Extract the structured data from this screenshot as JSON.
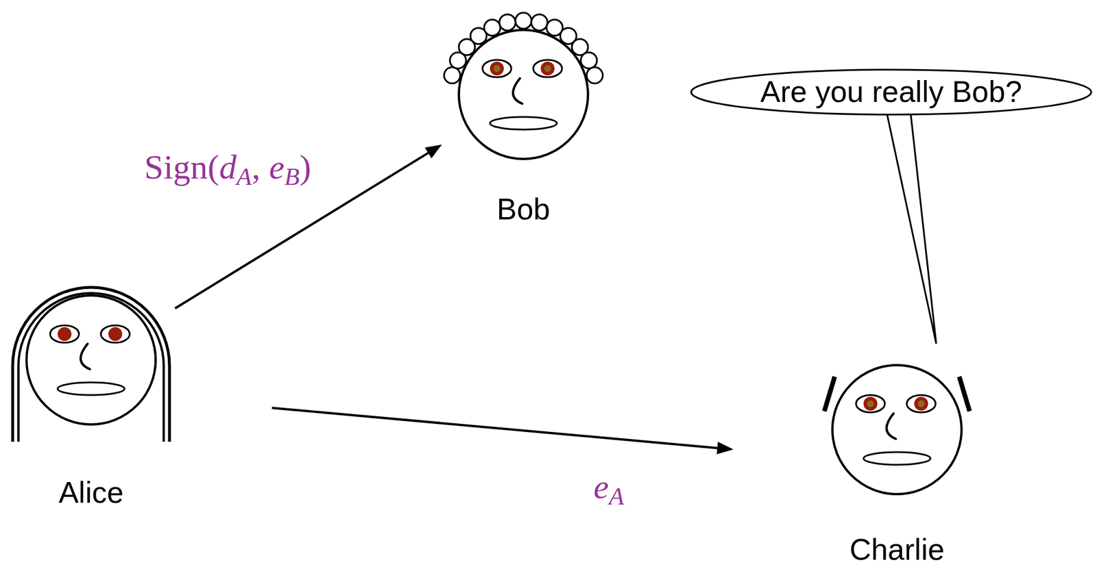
{
  "diagram": {
    "nodes": [
      {
        "text": [
          "Bob"
        ]
      },
      {
        "text": [
          "Are you really Bob?"
        ]
      },
      {
        "text": [
          "Alice"
        ]
      },
      {
        "text": [
          "Charlie"
        ]
      }
    ],
    "edges": [
      {
        "from": 2,
        "to": 0,
        "arrow": "to",
        "label": "Sign(dA, eB)"
      },
      {
        "from": 2,
        "to": 3,
        "arrow": "to",
        "label": "eA"
      },
      {
        "from": 1,
        "to": 3,
        "arrow": "none"
      }
    ]
  }
}
